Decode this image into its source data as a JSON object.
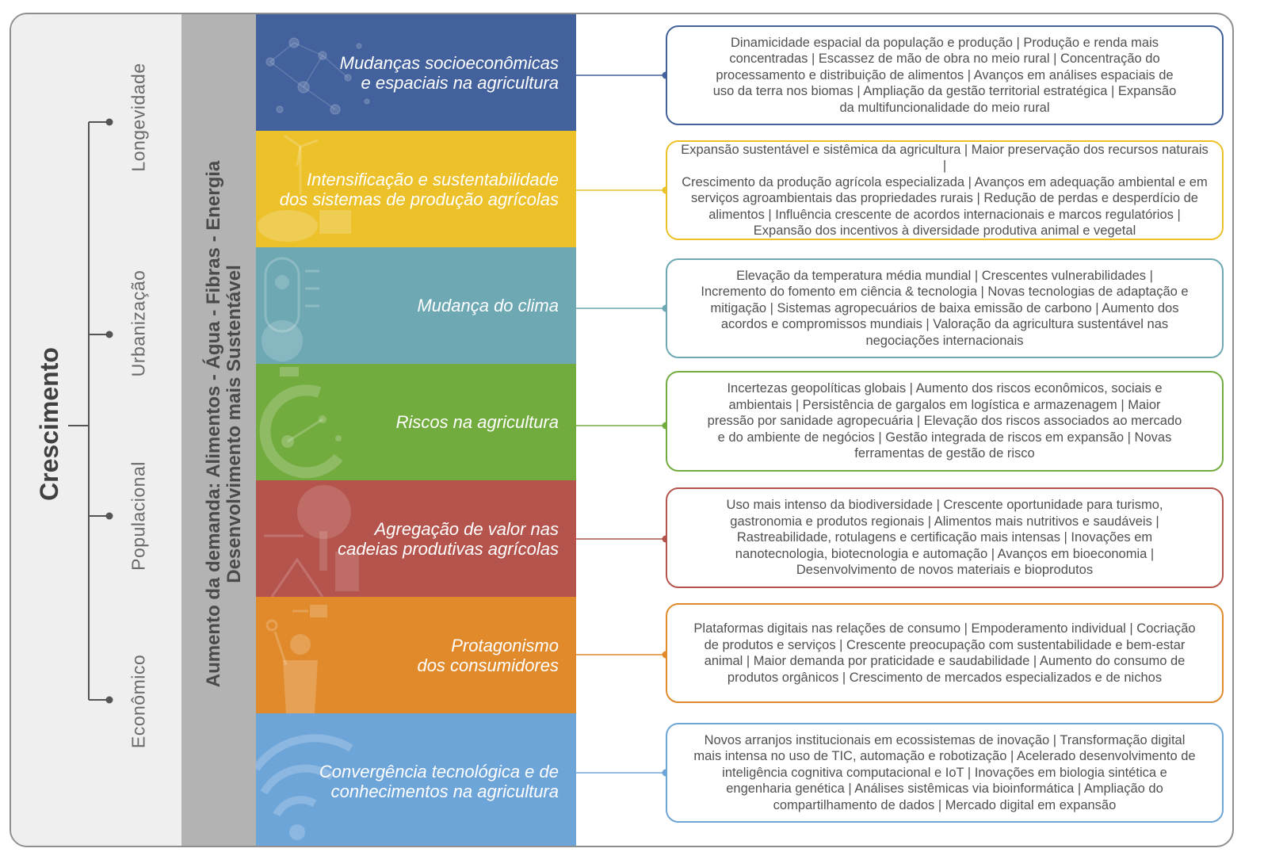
{
  "growth": {
    "title": "Crescimento",
    "items": [
      "Longevidade",
      "Urbanização",
      "Populacional",
      "Econômico"
    ]
  },
  "demand": {
    "line1": "Aumento da demanda:  Alimentos - Água  - Fibras - Energia",
    "line2": "Desenvolvimento mais Sustentável"
  },
  "themes": [
    {
      "title_lines": [
        "Mudanças socioeconômicas",
        "e espaciais na agricultura"
      ],
      "color": "#43619c",
      "lines": [
        "Dinamicidade espacial da população e produção  |  Produção e renda mais",
        "concentradas  |  Escassez de mão de obra no meio rural  |  Concentração do",
        "processamento e distribuição de alimentos  |  Avanços em análises espaciais de",
        "uso da terra nos biomas  |  Ampliação da gestão territorial estratégica  |  Expansão",
        "da multifuncionalidade do meio rural"
      ]
    },
    {
      "title_lines": [
        "Intensificação e sustentabilidade",
        "dos sistemas de produção agrícolas"
      ],
      "color": "#ecc12a",
      "lines": [
        "Expansão sustentável e sistêmica da agricultura  |  Maior preservação dos recursos naturais  |",
        "Crescimento da produção agrícola especializada  |  Avanços em adequação ambiental e em",
        "serviços agroambientais das propriedades rurais  |  Redução de perdas e desperdício de",
        "alimentos  |  Influência crescente de acordos  internacionais e marcos regulatórios  |",
        "Expansão dos incentivos à diversidade produtiva animal e vegetal"
      ]
    },
    {
      "title_lines": [
        "Mudança do clima"
      ],
      "color": "#6da8b3",
      "lines": [
        "Elevação da temperatura média mundial  |  Crescentes vulnerabilidades  |",
        "Incremento do fomento em ciência & tecnologia  |  Novas tecnologias de adaptação e",
        "mitigação  |  Sistemas agropecuários de baixa emissão de carbono  |  Aumento dos",
        "acordos e compromissos mundiais  |  Valoração da agricultura sustentável nas",
        "negociações internacionais"
      ]
    },
    {
      "title_lines": [
        "Riscos na agricultura"
      ],
      "color": "#72ab3e",
      "lines": [
        "Incertezas geopolíticas globais  |  Aumento dos riscos econômicos, sociais e",
        "ambientais  |  Persistência de gargalos em logística e armazenagem  |  Maior",
        "pressão por sanidade agropecuária  |  Elevação dos riscos associados ao mercado",
        "e do ambiente de negócios  |  Gestão integrada de riscos em expansão  |  Novas",
        "ferramentas de gestão de risco"
      ]
    },
    {
      "title_lines": [
        "Agregação de valor nas",
        "cadeias produtivas agrícolas"
      ],
      "color": "#b5544d",
      "lines": [
        "Uso mais intenso da biodiversidade  |  Crescente oportunidade para turismo,",
        "gastronomia e produtos regionais  |  Alimentos mais nutritivos e saudáveis  |",
        "Rastreabilidade, rotulagens e certificação mais intensas  |  Inovações em",
        "nanotecnologia, biotecnologia e automação  |  Avanços em bioeconomia  |",
        "Desenvolvimento de novos materiais e bioprodutos"
      ]
    },
    {
      "title_lines": [
        "Protagonismo",
        "dos consumidores"
      ],
      "color": "#e08a2b",
      "lines": [
        "Plataformas digitais nas relações de consumo  |  Empoderamento individual  |  Cocriação",
        "de produtos e serviços  | Crescente preocupação com sustentabilidade e  bem-estar",
        "animal  |  Maior demanda por praticidade e saudabilidade  |  Aumento do consumo de",
        "produtos orgânicos  |  Crescimento de mercados especializados e de nichos"
      ]
    },
    {
      "title_lines": [
        "Convergência tecnológica e de",
        "conhecimentos na agricultura"
      ],
      "color": "#6ea5d9",
      "lines": [
        "Novos arranjos institucionais em ecossistemas de inovação   |  Transformação digital",
        "mais intensa no uso de TIC, automação e robotização  |  Acelerado desenvolvimento de",
        "inteligência cognitiva computacional e IoT  |  Inovações em biologia sintética e",
        "engenharia genética  |  Análises sistêmicas via bioinformática  |  Ampliação do",
        "compartilhamento de dados  |  Mercado digital em expansão"
      ]
    }
  ]
}
